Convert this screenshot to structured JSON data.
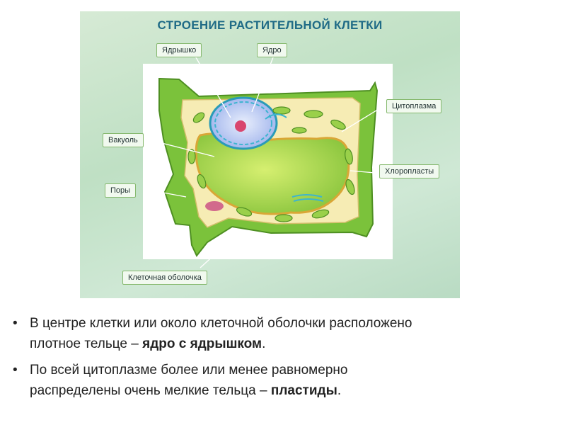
{
  "figure": {
    "title": "СТРОЕНИЕ РАСТИТЕЛЬНОЙ КЛЕТКИ",
    "labels": {
      "nucleolus": "Ядрышко",
      "nucleus": "Ядро",
      "cytoplasm": "Цитоплазма",
      "vacuole": "Вакуоль",
      "chloroplasts": "Хлоропласты",
      "pores": "Поры",
      "cell_wall": "Клеточная оболочка"
    }
  },
  "bullets": [
    {
      "marker": "•",
      "line1": "В центре клетки или около клеточной оболочки расположено",
      "line2_prefix": "плотное тельце – ",
      "line2_bold": "ядро с ядрышком",
      "line2_suffix": "."
    },
    {
      "marker": "•",
      "line1": "По всей цитоплазме более или менее равномерно",
      "line2_prefix": "распределены очень мелкие тельца – ",
      "line2_bold": "пластиды",
      "line2_suffix": "."
    }
  ]
}
